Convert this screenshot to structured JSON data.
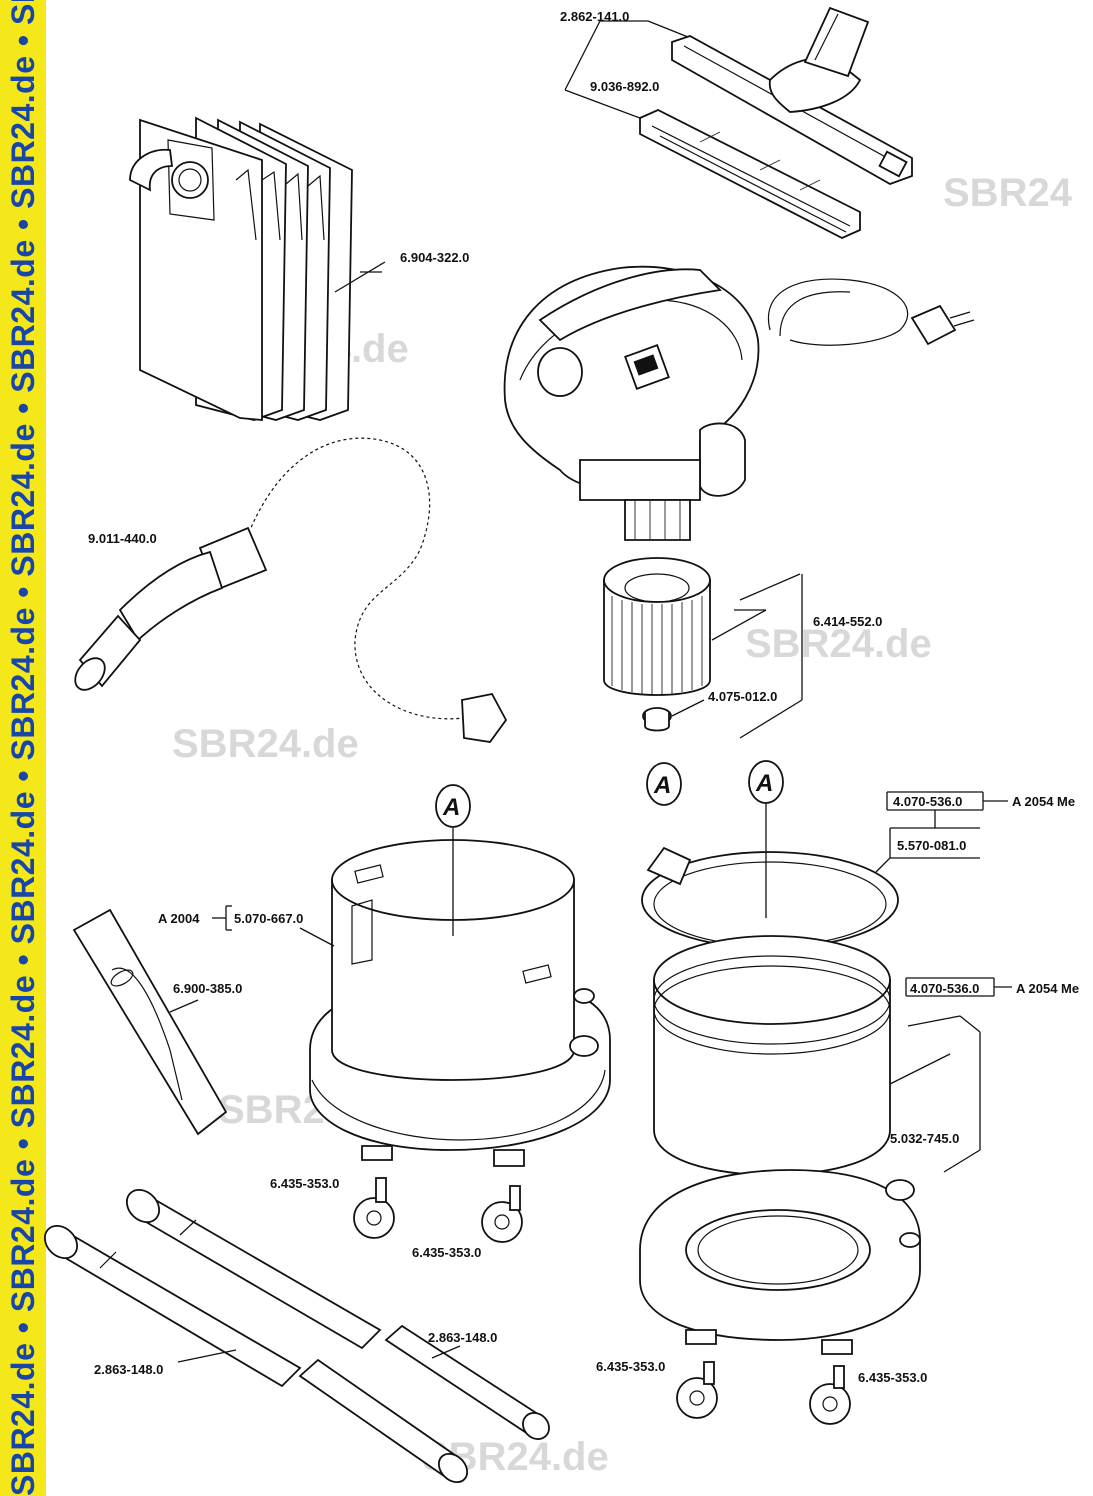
{
  "banner": {
    "text": "SBR24.de • SBR24.de • SBR24.de • SBR24.de • SBR24.de • SBR24.de • SBR24.de • SBR24.de • SBR24.de"
  },
  "watermarks": [
    "SBR24",
    "SBR24.de",
    "SBR24.de",
    "SBR24.de",
    "SBR24.de",
    "SBR24.de"
  ],
  "callout_letter": "A",
  "parts": {
    "floor_nozzle": "2.862-141.0",
    "nozzle_insert": "9.036-892.0",
    "filter_bags": "6.904-322.0",
    "suction_hose": "9.011-440.0",
    "cartridge_filter": "6.414-552.0",
    "filter_nut": "4.075-012.0",
    "left_container_variant": "A 2004",
    "left_container": "5.070-667.0",
    "crevice_nozzle": "6.900-385.0",
    "castor_1": "6.435-353.0",
    "castor_2": "6.435-353.0",
    "extension_tube_1": "2.863-148.0",
    "extension_tube_2": "2.863-148.0",
    "ring_top": "4.070-536.0",
    "ring_top_variant": "A 2054 Me",
    "clamp_ring": "5.570-081.0",
    "container_ring": "4.070-536.0",
    "container_ring_variant": "A 2054 Me",
    "base": "5.032-745.0",
    "castor_3": "6.435-353.0",
    "castor_4": "6.435-353.0"
  }
}
